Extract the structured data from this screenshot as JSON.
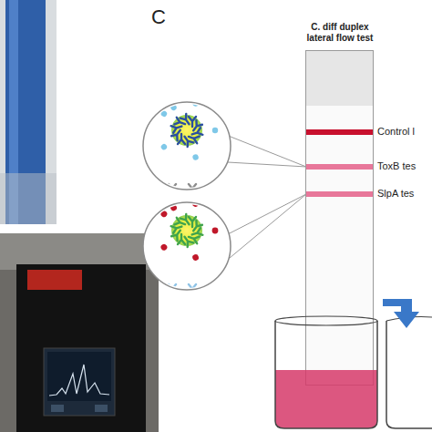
{
  "diagram": {
    "nodes": [
      {
        "text": [
          "C. diff duplex lateral flow test"
        ]
      }
    ],
    "labels": [
      "C",
      "Control l",
      "ToxB tes",
      "SlpA tes"
    ]
  }
}
